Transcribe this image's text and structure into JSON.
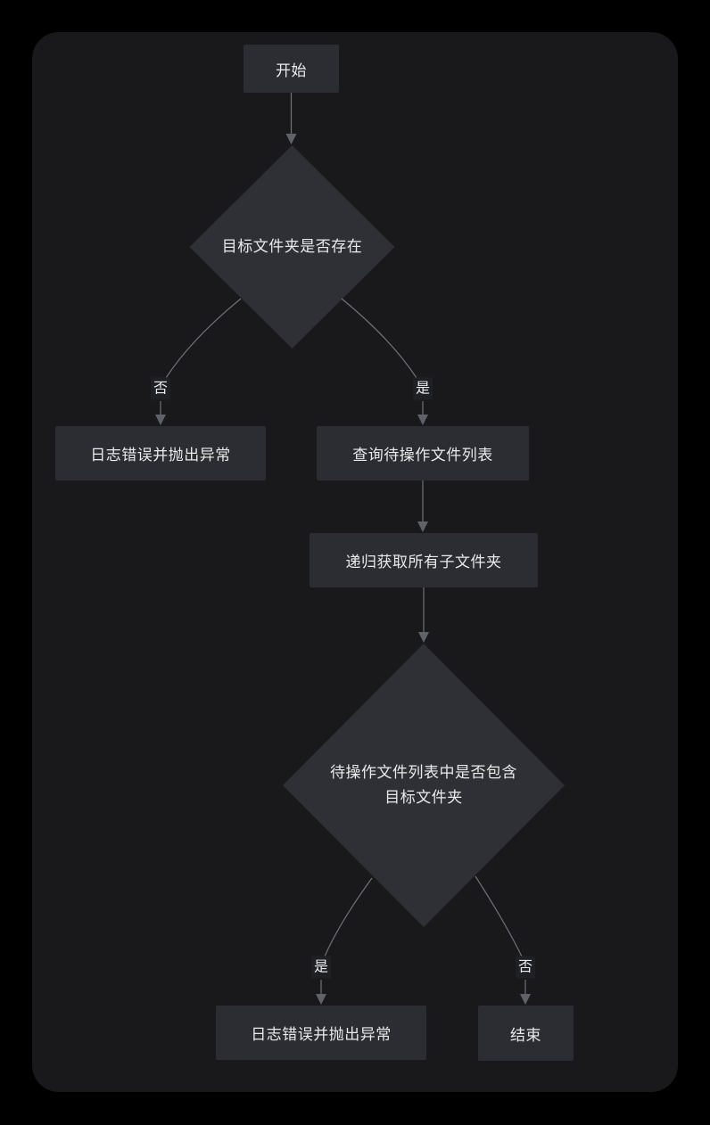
{
  "diagram": {
    "type": "flowchart",
    "direction": "top-down",
    "nodes": [
      {
        "id": "start",
        "shape": "process",
        "label": "开始"
      },
      {
        "id": "check_target_folder_exists",
        "shape": "decision",
        "label": "目标文件夹是否存在"
      },
      {
        "id": "log_error_throw_1",
        "shape": "process",
        "label": "日志错误并抛出异常"
      },
      {
        "id": "query_pending_file_list",
        "shape": "process",
        "label": "查询待操作文件列表"
      },
      {
        "id": "recursively_get_subfolders",
        "shape": "process",
        "label": "递归获取所有子文件夹"
      },
      {
        "id": "check_list_contains_target",
        "shape": "decision",
        "label": "待操作文件列表中是否包含目标文件夹",
        "label_lines": [
          "待操作文件列表中是否包含",
          "目标文件夹"
        ]
      },
      {
        "id": "log_error_throw_2",
        "shape": "process",
        "label": "日志错误并抛出异常"
      },
      {
        "id": "end",
        "shape": "process",
        "label": "结束"
      }
    ],
    "edges": [
      {
        "from": "start",
        "to": "check_target_folder_exists",
        "label": ""
      },
      {
        "from": "check_target_folder_exists",
        "to": "log_error_throw_1",
        "label": "否"
      },
      {
        "from": "check_target_folder_exists",
        "to": "query_pending_file_list",
        "label": "是"
      },
      {
        "from": "query_pending_file_list",
        "to": "recursively_get_subfolders",
        "label": ""
      },
      {
        "from": "recursively_get_subfolders",
        "to": "check_list_contains_target",
        "label": ""
      },
      {
        "from": "check_list_contains_target",
        "to": "log_error_throw_2",
        "label": "是"
      },
      {
        "from": "check_list_contains_target",
        "to": "end",
        "label": "否"
      }
    ],
    "colors": {
      "page_background": "#000000",
      "canvas_background": "#19191c",
      "process_fill": "#2b2d32",
      "decision_fill": "#2e3035",
      "edge_label_background": "#1f2024",
      "text": "#e9eaeb",
      "connector": "#6e7177",
      "arrowhead": "#5f6369"
    }
  }
}
